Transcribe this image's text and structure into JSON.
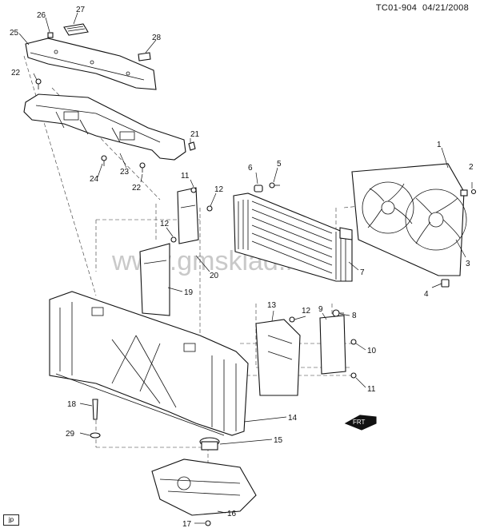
{
  "header": {
    "doc_id": "TC01-904",
    "date": "04/21/2008"
  },
  "watermark": "www.gmsklad.ru",
  "corner_tag": "jp",
  "direction_label": "FRT",
  "callouts": [
    {
      "id": "c1",
      "number": "1"
    },
    {
      "id": "c2",
      "number": "2"
    },
    {
      "id": "c3",
      "number": "3"
    },
    {
      "id": "c4",
      "number": "4"
    },
    {
      "id": "c5",
      "number": "5"
    },
    {
      "id": "c6",
      "number": "6"
    },
    {
      "id": "c7",
      "number": "7"
    },
    {
      "id": "c8",
      "number": "8"
    },
    {
      "id": "c9",
      "number": "9"
    },
    {
      "id": "c10",
      "number": "10"
    },
    {
      "id": "c11a",
      "number": "11"
    },
    {
      "id": "c11b",
      "number": "11"
    },
    {
      "id": "c12a",
      "number": "12"
    },
    {
      "id": "c12b",
      "number": "12"
    },
    {
      "id": "c12c",
      "number": "12"
    },
    {
      "id": "c13",
      "number": "13"
    },
    {
      "id": "c14",
      "number": "14"
    },
    {
      "id": "c15",
      "number": "15"
    },
    {
      "id": "c16",
      "number": "16"
    },
    {
      "id": "c17",
      "number": "17"
    },
    {
      "id": "c18",
      "number": "18"
    },
    {
      "id": "c19",
      "number": "19"
    },
    {
      "id": "c20",
      "number": "20"
    },
    {
      "id": "c21",
      "number": "21"
    },
    {
      "id": "c22a",
      "number": "22"
    },
    {
      "id": "c22b",
      "number": "22"
    },
    {
      "id": "c23",
      "number": "23"
    },
    {
      "id": "c24",
      "number": "24"
    },
    {
      "id": "c25",
      "number": "25"
    },
    {
      "id": "c26",
      "number": "26"
    },
    {
      "id": "c27",
      "number": "27"
    },
    {
      "id": "c28",
      "number": "28"
    },
    {
      "id": "c29",
      "number": "29"
    }
  ]
}
